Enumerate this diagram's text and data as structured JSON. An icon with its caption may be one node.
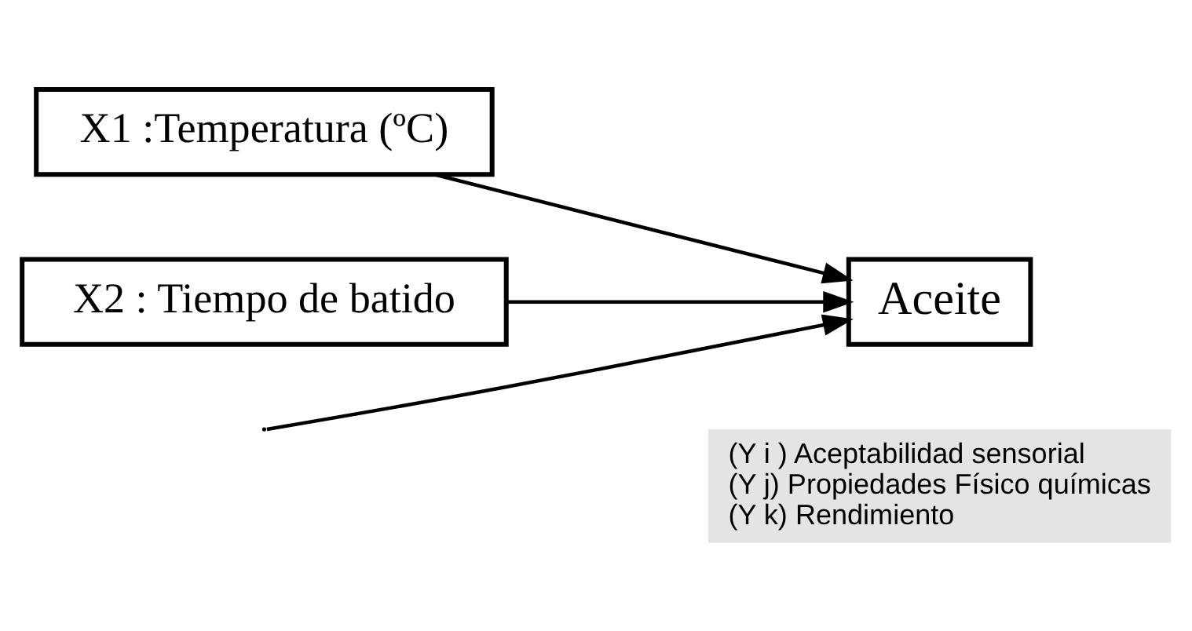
{
  "diagram": {
    "nodes": [
      {
        "text": [
          "X1 :Temperatura (ºC)"
        ]
      },
      {
        "text": [
          "X2 : Tiempo de batido"
        ]
      },
      {
        "text": [
          "Aceite"
        ]
      },
      {
        "text": [
          "(Y i ) Aceptabilidad sensorial",
          "(Y j) Propiedades Físico químicas",
          "(Y k) Rendimiento"
        ]
      }
    ],
    "edges": [
      {
        "from": 0,
        "to": 2,
        "arrow": "to"
      },
      {
        "from": 1,
        "to": 2,
        "arrow": "to"
      },
      {
        "from": null,
        "to": 2,
        "arrow": "to"
      }
    ]
  }
}
